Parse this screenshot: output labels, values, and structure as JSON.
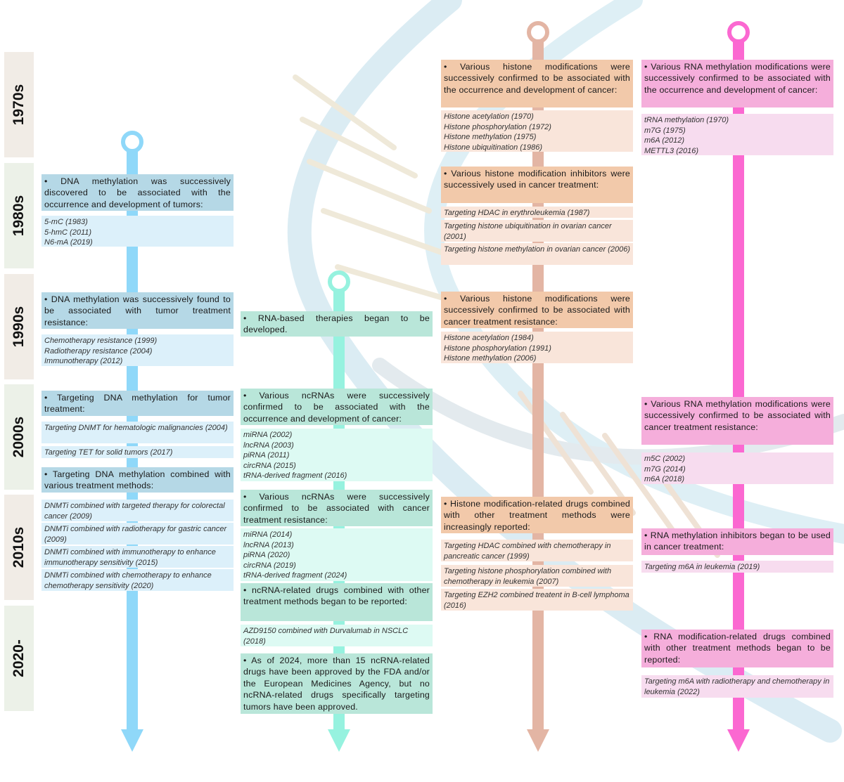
{
  "decades": [
    "1970s",
    "1980s",
    "1990s",
    "2000s",
    "2010s",
    "2020-"
  ],
  "colors": {
    "dna_axis": "#8fd8f9",
    "dna_header": "#b5d8e6",
    "dna_detail": "#dcf0fa",
    "rna_axis": "#96f2df",
    "rna_header": "#b9e6d9",
    "rna_detail": "#ddfaf3",
    "histone_axis": "#e3b5a4",
    "histone_header": "#f2c9aa",
    "histone_detail": "#f9e5da",
    "rnameth_axis": "#fb68d1",
    "rnameth_header": "#f5aedb",
    "rnameth_detail": "#f7dcef",
    "decade_bg_light": "#f1ece6",
    "decade_bg_mint": "#ecf1e8"
  },
  "dna": [
    {
      "header": "• DNA methylation was successively discovered to be associated with the occurrence and development of tumors:",
      "items": [
        "5-mC (1983)",
        "5-hmC (2011)",
        "N6-mA (2019)"
      ]
    },
    {
      "header": "• DNA methylation was successively found to be associated with tumor treatment resistance:",
      "items": [
        "Chemotherapy resistance (1999)",
        "Radiotherapy resistance (2004)",
        "Immunotherapy (2012)"
      ]
    },
    {
      "header": "• Targeting DNA methylation for tumor treatment:",
      "items": [
        "Targeting DNMT for hematologic malignancies (2004)",
        "Targeting TET for solid tumors (2017)"
      ]
    },
    {
      "header": "• Targeting DNA methylation combined with various treatment methods:",
      "items": [
        "DNMTi combined with targeted therapy for colorectal cancer (2009)",
        "DNMTi combined with radiotherapy for gastric cancer (2009)",
        "DNMTi combined with immunotherapy to enhance immunotherapy sensitivity (2015)",
        "DNMTi combined with chemotherapy to enhance chemotherapy sensitivity (2020)"
      ]
    }
  ],
  "ncrna": [
    {
      "header": "• RNA-based therapies began to be developed.",
      "items": []
    },
    {
      "header": "• Various ncRNAs were successively confirmed to be associated with the occurrence and development of cancer:",
      "items": [
        "miRNA (2002)",
        "lncRNA (2003)",
        "piRNA (2011)",
        "circRNA (2015)",
        "tRNA-derived fragment (2016)"
      ]
    },
    {
      "header": "• Various ncRNAs were successively confirmed to be associated with cancer treatment resistance:",
      "items": [
        "miRNA (2014)",
        "lncRNA (2013)",
        "piRNA (2020)",
        "circRNA (2019)",
        "tRNA-derived fragment (2024)"
      ]
    },
    {
      "header": "• ncRNA-related drugs combined with other treatment methods began to be reported:",
      "items": [
        "AZD9150 combined with Durvalumab in NSCLC (2018)"
      ]
    },
    {
      "header": "• As of 2024, more than 15 ncRNA-related drugs have been approved by the FDA and/or the European Medicines Agency, but no ncRNA-related drugs specifically targeting tumors have been approved.",
      "items": []
    }
  ],
  "histone": [
    {
      "header": "• Various histone modifications were successively confirmed to be associated with the occurrence and development of cancer:",
      "items": [
        "Histone acetylation (1970)",
        "Histone phosphorylation (1972)",
        "Histone methylation (1975)",
        "Histone ubiquitination (1986)"
      ]
    },
    {
      "header": "• Various histone modification inhibitors were successively used in cancer treatment:",
      "items": [
        "Targeting HDAC in erythroleukemia (1987)",
        "Targeting histone ubiquitination in ovarian cancer (2001)",
        "Targeting histone methylation in ovarian cancer (2006)"
      ]
    },
    {
      "header": "• Various histone modifications were successively confirmed to be associated with cancer treatment resistance:",
      "items": [
        "Histone acetylation (1984)",
        "Histone phosphorylation (1991)",
        "Histone methylation (2006)"
      ]
    },
    {
      "header": "• Histone modification-related drugs combined with other treatment methods were increasingly reported:",
      "items": [
        "Targeting HDAC combined with chemotherapy in pancreatic cancer (1999)",
        "Targeting histone phosphorylation combined with chemotherapy in leukemia (2007)",
        "Targeting EZH2 combined treatent in B-cell lymphoma (2016)"
      ]
    }
  ],
  "rnameth": [
    {
      "header": "• Various RNA methylation modifications were successively confirmed to be associated with the occurrence and development of cancer:",
      "items": [
        "tRNA methylation (1970)",
        "m7G (1975)",
        "m6A (2012)",
        "METTL3 (2016)"
      ]
    },
    {
      "header": "• Various RNA methylation modifications were successively confirmed to be associated with cancer treatment resistance:",
      "items": [
        "m5C (2002)",
        "m7G (2014)",
        "m6A (2018)"
      ]
    },
    {
      "header": "• RNA methylation inhibitors began to be used in cancer treatment:",
      "items": [
        "Targeting m6A in leukemia (2019)"
      ]
    },
    {
      "header": "• RNA modification-related drugs combined with other treatment methods began to be reported:",
      "items": [
        "Targeting m6A with radiotherapy and chemotherapy in leukemia (2022)"
      ]
    }
  ]
}
